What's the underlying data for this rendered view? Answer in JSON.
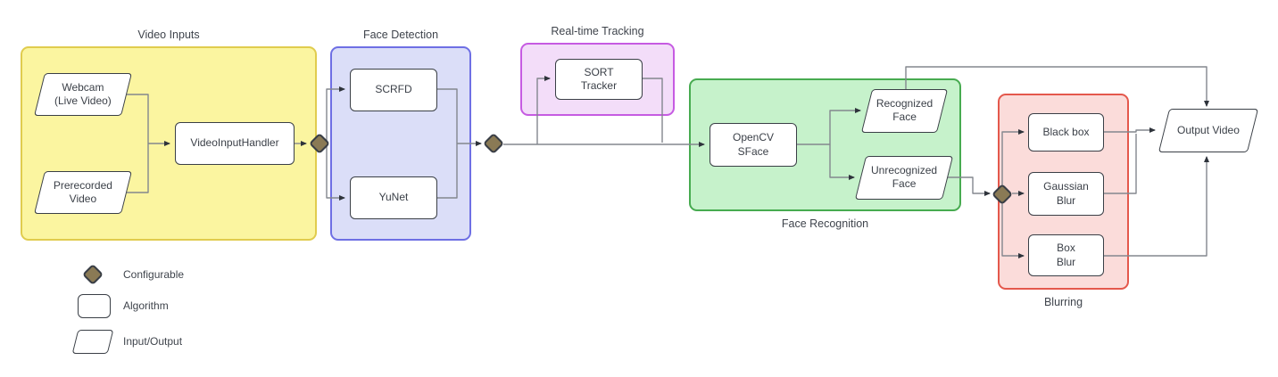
{
  "diagram": {
    "groups": {
      "video_inputs": {
        "title": "Video Inputs",
        "fill": "#FBF5A0",
        "border": "#E0CC4E"
      },
      "face_detection": {
        "title": "Face Detection",
        "fill": "#DBDEF8",
        "border": "#6E6FE4"
      },
      "real_time_tracking": {
        "title": "Real-time Tracking",
        "fill": "#F3DDF9",
        "border": "#C65BE2"
      },
      "face_recognition": {
        "title": "Face Recognition",
        "fill": "#C6F2CB",
        "border": "#47AB50"
      },
      "blurring": {
        "title": "Blurring",
        "fill": "#FBDCDA",
        "border": "#E4584C"
      }
    },
    "nodes": {
      "webcam": {
        "label": "Webcam\n(Live Video)",
        "type": "input-output"
      },
      "prerecorded_video": {
        "label": "Prerecorded\nVideo",
        "type": "input-output"
      },
      "video_input_handler": {
        "label": "VideoInputHandler",
        "type": "algorithm"
      },
      "scrfd": {
        "label": "SCRFD",
        "type": "algorithm"
      },
      "yunet": {
        "label": "YuNet",
        "type": "algorithm"
      },
      "sort_tracker": {
        "label": "SORT\nTracker",
        "type": "algorithm"
      },
      "opencv_sface": {
        "label": "OpenCV\nSFace",
        "type": "algorithm"
      },
      "recognized_face": {
        "label": "Recognized\nFace",
        "type": "input-output"
      },
      "unrecognized_face": {
        "label": "Unrecognized\nFace",
        "type": "input-output"
      },
      "black_box": {
        "label": "Black box",
        "type": "algorithm"
      },
      "gaussian_blur": {
        "label": "Gaussian\nBlur",
        "type": "algorithm"
      },
      "box_blur": {
        "label": "Box\nBlur",
        "type": "algorithm"
      },
      "output_video": {
        "label": "Output Video",
        "type": "input-output"
      }
    },
    "legend": {
      "configurable": "Configurable",
      "algorithm": "Algorithm",
      "input_output": "Input/Output"
    },
    "colors": {
      "configurable_fill": "#8A7A55",
      "configurable_stroke": "#383D45",
      "node_border": "#3A3F46",
      "connector": "#83878E",
      "arrowhead": "#2E333B"
    },
    "edges": [
      {
        "from": "webcam",
        "to": "video_input_handler"
      },
      {
        "from": "prerecorded_video",
        "to": "video_input_handler"
      },
      {
        "from": "video_input_handler",
        "to": "configurable_1"
      },
      {
        "from": "configurable_1",
        "to": "scrfd"
      },
      {
        "from": "configurable_1",
        "to": "yunet"
      },
      {
        "from": "scrfd",
        "to": "configurable_2"
      },
      {
        "from": "yunet",
        "to": "configurable_2"
      },
      {
        "from": "configurable_2",
        "to": "sort_tracker"
      },
      {
        "from": "configurable_2",
        "to": "opencv_sface"
      },
      {
        "from": "sort_tracker",
        "to": "opencv_sface"
      },
      {
        "from": "opencv_sface",
        "to": "recognized_face"
      },
      {
        "from": "opencv_sface",
        "to": "unrecognized_face"
      },
      {
        "from": "recognized_face",
        "to": "output_video"
      },
      {
        "from": "unrecognized_face",
        "to": "configurable_3"
      },
      {
        "from": "configurable_3",
        "to": "black_box"
      },
      {
        "from": "configurable_3",
        "to": "gaussian_blur"
      },
      {
        "from": "configurable_3",
        "to": "box_blur"
      },
      {
        "from": "black_box",
        "to": "output_video"
      },
      {
        "from": "gaussian_blur",
        "to": "output_video"
      },
      {
        "from": "box_blur",
        "to": "output_video"
      }
    ]
  }
}
